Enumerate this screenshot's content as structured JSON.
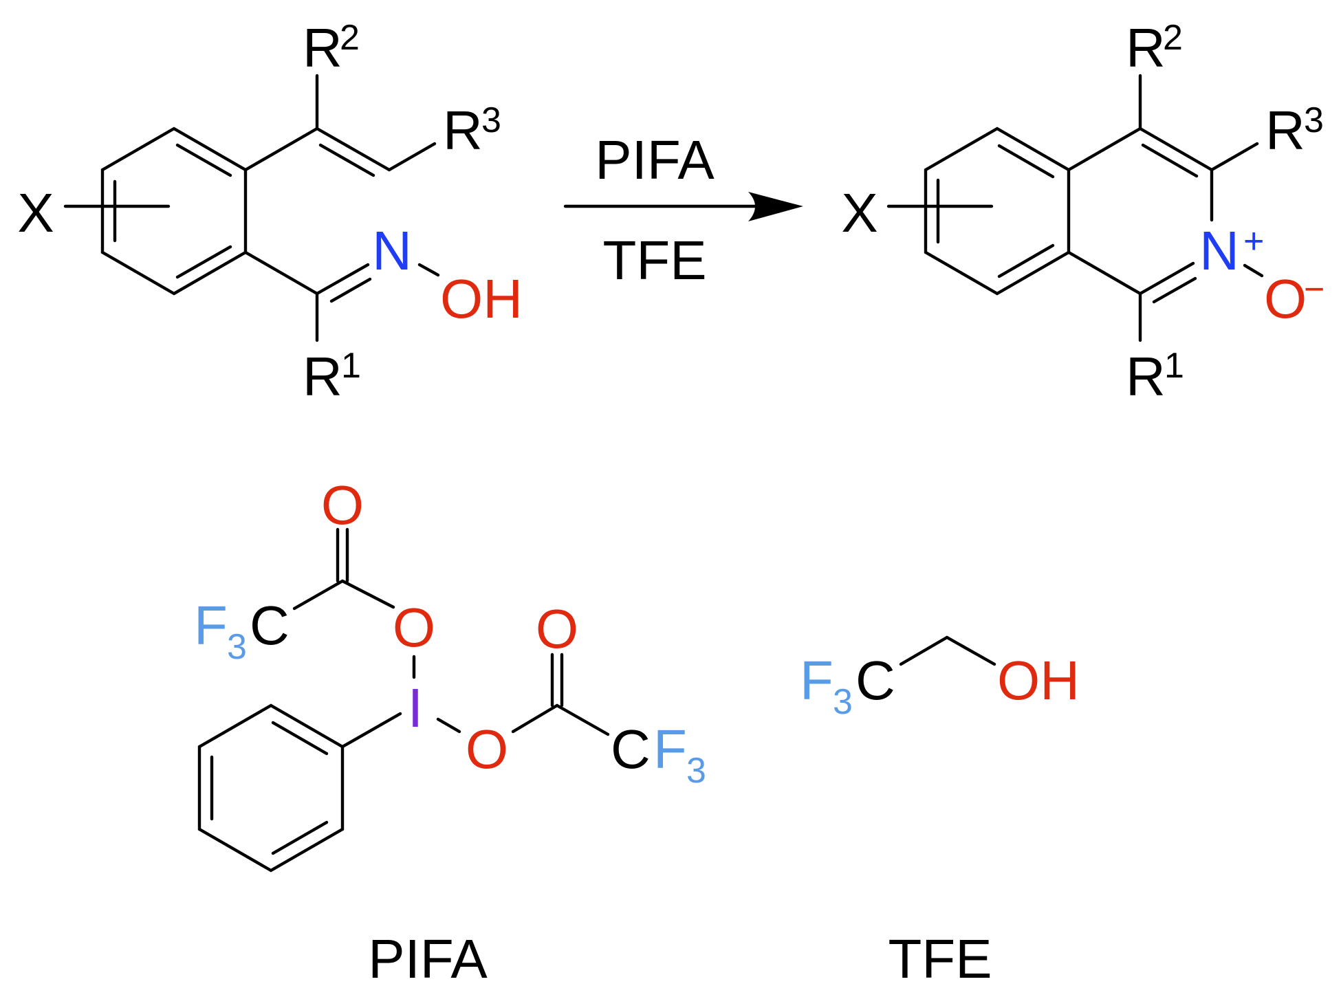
{
  "colors": {
    "carbon": "#000000",
    "nitrogen": "#1f3df5",
    "oxygen": "#e02a10",
    "fluorine": "#5a9be8",
    "iodine": "#7a2cd9"
  },
  "reaction": {
    "reagent_above_arrow": "PIFA",
    "solvent_below_arrow": "TFE"
  },
  "reactant": {
    "x_label": "X",
    "r2": {
      "base": "R",
      "sup": "2"
    },
    "r3": {
      "base": "R",
      "sup": "3"
    },
    "r1": {
      "base": "R",
      "sup": "1"
    },
    "nitrogen": "N",
    "hydroxyl": "OH"
  },
  "product": {
    "x_label": "X",
    "r2": {
      "base": "R",
      "sup": "2"
    },
    "r3": {
      "base": "R",
      "sup": "3"
    },
    "r1": {
      "base": "R",
      "sup": "1"
    },
    "nitrogen": "N",
    "n_charge": "+",
    "oxygen": "O",
    "o_charge": "−"
  },
  "pifa": {
    "caption": "PIFA",
    "carbonyl_o_left": "O",
    "ester_o_left": "O",
    "cf3_left": {
      "f": "F",
      "sub": "3",
      "c": "C"
    },
    "iodine": "I",
    "ester_o_right": "O",
    "carbonyl_o_right": "O",
    "cf3_right": {
      "c": "C",
      "f": "F",
      "sub": "3"
    }
  },
  "tfe": {
    "caption": "TFE",
    "cf3": {
      "f": "F",
      "sub": "3",
      "c": "C"
    },
    "hydroxyl": "OH"
  }
}
